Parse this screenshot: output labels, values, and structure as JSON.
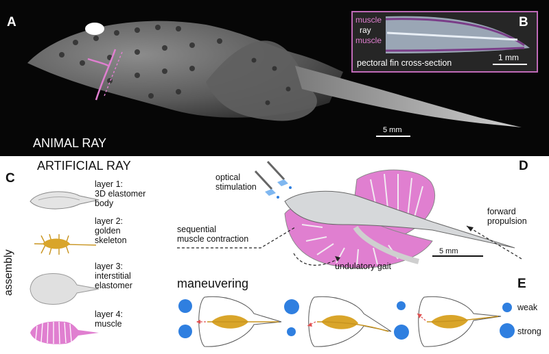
{
  "panels": {
    "a": "A",
    "b": "B",
    "c": "C",
    "d": "D",
    "e": "E"
  },
  "photo": {
    "title": "ANIMAL RAY",
    "scale": "5 mm"
  },
  "inset": {
    "muscle_top": "muscle",
    "ray": "ray",
    "muscle_bottom": "muscle",
    "scale": "1 mm",
    "caption": "pectoral fin cross-section"
  },
  "artificial": {
    "title": "ARTIFICIAL RAY",
    "side_label": "assembly",
    "layers": [
      {
        "label": "layer 1:\n3D elastomer\nbody"
      },
      {
        "label": "layer 2:\ngolden\nskeleton"
      },
      {
        "label": "layer 3:\ninterstitial\nelastomer"
      },
      {
        "label": "layer 4:\nmuscle"
      }
    ]
  },
  "diagram": {
    "optical": "optical\nstimulation",
    "sequential": "sequential\nmuscle contraction",
    "forward": "forward\npropulsion",
    "gait": "undulatory gait",
    "scale": "5 mm"
  },
  "maneuvering": {
    "title": "maneuvering",
    "legend_weak": "weak",
    "legend_strong": "strong"
  },
  "colors": {
    "muscle": "#e07fd0",
    "skeleton": "#d9a52a",
    "stimulus": "#2f7fe0",
    "inset_border": "#c06ab8"
  }
}
